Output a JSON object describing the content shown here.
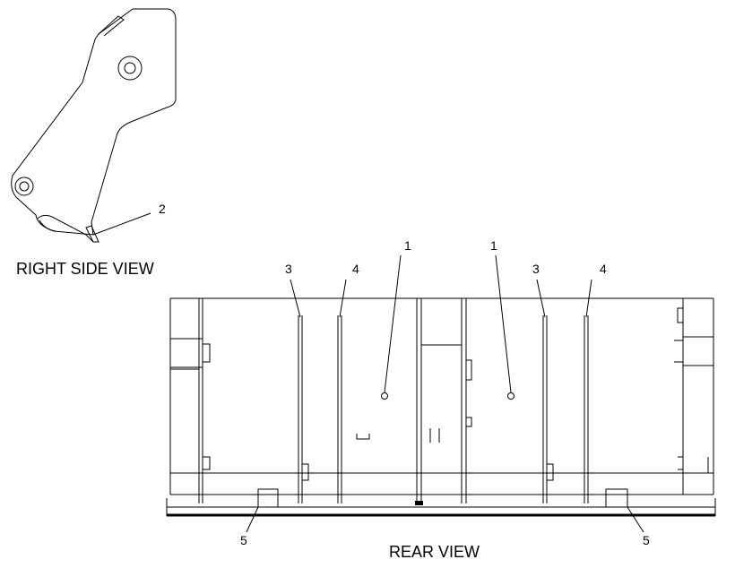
{
  "views": {
    "right_side": "RIGHT SIDE VIEW",
    "rear": "REAR VIEW"
  },
  "callouts": {
    "side_2": "2",
    "rear_1a": "1",
    "rear_1b": "1",
    "rear_3a": "3",
    "rear_3b": "3",
    "rear_4a": "4",
    "rear_4b": "4",
    "rear_5a": "5",
    "rear_5b": "5"
  }
}
